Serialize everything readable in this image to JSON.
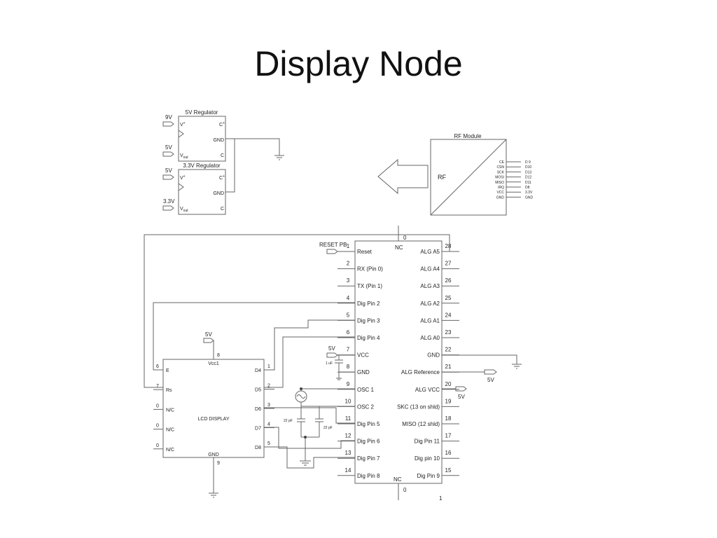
{
  "title": "Display Node",
  "regulators": [
    {
      "title": "5V Regulator",
      "in_label": "9V",
      "out_label": "5V",
      "pins": {
        "vin": "V",
        "vin_sup": "+",
        "cp": "C",
        "cp_sup": "+",
        "gnd": "GND",
        "vout": "V",
        "vout_sub": "out",
        "c": "C"
      }
    },
    {
      "title": "3.3V Regulator",
      "in_label": "5V",
      "out_label": "3.3V",
      "pins": {
        "vin": "V",
        "vin_sup": "+",
        "cp": "C",
        "cp_sup": "+",
        "gnd": "GND",
        "vout": "V",
        "vout_sub": "out",
        "c": "C"
      }
    }
  ],
  "rf": {
    "title": "RF Module",
    "label": "RF",
    "pins": [
      {
        "name": "CE",
        "conn": "D 9"
      },
      {
        "name": "CSN",
        "conn": "D10"
      },
      {
        "name": "SCK",
        "conn": "D13"
      },
      {
        "name": "MOSI",
        "conn": "D12"
      },
      {
        "name": "MISO",
        "conn": "D11"
      },
      {
        "name": "IRQ",
        "conn": "D8"
      },
      {
        "name": "VCC",
        "conn": "3.3V"
      },
      {
        "name": "GND",
        "conn": "GND"
      }
    ]
  },
  "mcu": {
    "top_nc": "NC",
    "bottom_nc": "NC",
    "top_pin": "0",
    "bottom_pin": "0",
    "reset_label": "RESET PB",
    "left_pins": [
      {
        "num": "1",
        "name": "Reset"
      },
      {
        "num": "2",
        "name": "RX (Pin 0)"
      },
      {
        "num": "3",
        "name": "TX (Pin 1)"
      },
      {
        "num": "4",
        "name": "Dig Pin 2"
      },
      {
        "num": "5",
        "name": "Dig Pin 3"
      },
      {
        "num": "6",
        "name": "Dig Pin 4"
      },
      {
        "num": "7",
        "name": "VCC"
      },
      {
        "num": "8",
        "name": "GND"
      },
      {
        "num": "9",
        "name": "OSC 1"
      },
      {
        "num": "10",
        "name": "OSC 2"
      },
      {
        "num": "11",
        "name": "Dig Pin 5"
      },
      {
        "num": "12",
        "name": "Dig Pin 6"
      },
      {
        "num": "13",
        "name": "Dig Pin 7"
      },
      {
        "num": "14",
        "name": "Dig Pin 8"
      }
    ],
    "right_pins": [
      {
        "num": "28",
        "name": "ALG A5"
      },
      {
        "num": "27",
        "name": "ALG A4"
      },
      {
        "num": "26",
        "name": "ALG A3"
      },
      {
        "num": "25",
        "name": "ALG A2"
      },
      {
        "num": "24",
        "name": "ALG A1"
      },
      {
        "num": "23",
        "name": "ALG A0"
      },
      {
        "num": "22",
        "name": "GND"
      },
      {
        "num": "21",
        "name": "ALG Reference"
      },
      {
        "num": "20",
        "name": "ALG VCC"
      },
      {
        "num": "19",
        "name": "SKC (13 on shld)"
      },
      {
        "num": "18",
        "name": "MISO (12 shld)"
      },
      {
        "num": "17",
        "name": "Dig Pin 11"
      },
      {
        "num": "16",
        "name": "Dig pin 10"
      },
      {
        "num": "15",
        "name": "Dig Pin 9"
      }
    ],
    "vcc_label": "5V",
    "aref_label": "5V",
    "avcc_label": "5V",
    "cap_label": "1 uF",
    "stray_pin": "1"
  },
  "crystal": {
    "cap1": "22 pF",
    "cap2": "22 pF"
  },
  "lcd": {
    "title": "LCD DISPLAY",
    "vcc_label": "5V",
    "vcc_pin": "8",
    "vcc_name": "Vcc1",
    "gnd_name": "GND",
    "gnd_pin": "9",
    "left_pins": [
      {
        "num": "6",
        "name": "E"
      },
      {
        "num": "7",
        "name": "Rs"
      },
      {
        "num": "0",
        "name": "N/C"
      },
      {
        "num": "0",
        "name": "N/C"
      },
      {
        "num": "0",
        "name": "N/C"
      }
    ],
    "right_pins": [
      {
        "num": "1",
        "name": "D4"
      },
      {
        "num": "2",
        "name": "D5"
      },
      {
        "num": "3",
        "name": "D6"
      },
      {
        "num": "4",
        "name": "D7"
      },
      {
        "num": "5",
        "name": "D8"
      }
    ]
  }
}
